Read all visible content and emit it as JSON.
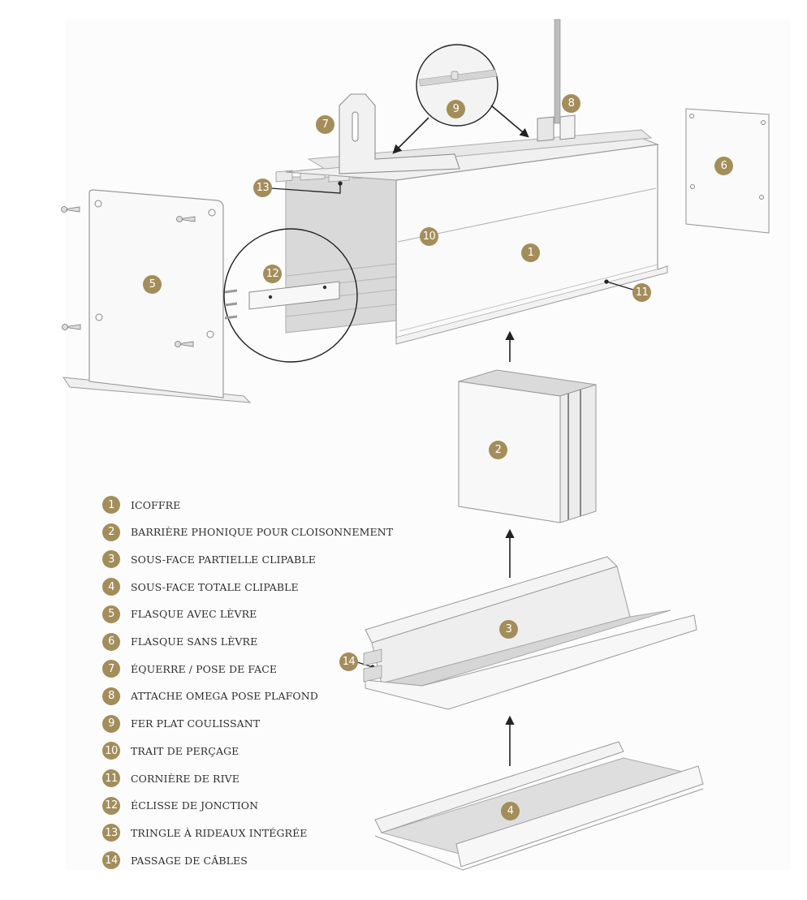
{
  "accent_color": "#a38d5a",
  "callouts": {
    "c1": "1",
    "c2": "2",
    "c3": "3",
    "c4": "4",
    "c5": "5",
    "c6": "6",
    "c7": "7",
    "c8": "8",
    "c9": "9",
    "c10": "10",
    "c11": "11",
    "c12": "12",
    "c13": "13",
    "c14": "14"
  },
  "legend": [
    {
      "number": "1",
      "label": "ICOFFRE"
    },
    {
      "number": "2",
      "label": "BARRIÈRE PHONIQUE POUR CLOISONNEMENT"
    },
    {
      "number": "3",
      "label": "SOUS-FACE PARTIELLE CLIPABLE"
    },
    {
      "number": "4",
      "label": "SOUS-FACE TOTALE CLIPABLE"
    },
    {
      "number": "5",
      "label": "FLASQUE AVEC LÈVRE"
    },
    {
      "number": "6",
      "label": "FLASQUE SANS LÈVRE"
    },
    {
      "number": "7",
      "label": "ÉQUERRE / POSE DE FACE"
    },
    {
      "number": "8",
      "label": "ATTACHE OMEGA POSE PLAFOND"
    },
    {
      "number": "9",
      "label": "FER PLAT COULISSANT"
    },
    {
      "number": "10",
      "label": "TRAIT DE PERÇAGE"
    },
    {
      "number": "11",
      "label": "CORNIÈRE DE RIVE"
    },
    {
      "number": "12",
      "label": "ÉCLISSE DE JONCTION"
    },
    {
      "number": "13",
      "label": "TRINGLE À RIDEAUX INTÉGRÉE"
    },
    {
      "number": "14",
      "label": "PASSAGE DE CÂBLES"
    }
  ]
}
